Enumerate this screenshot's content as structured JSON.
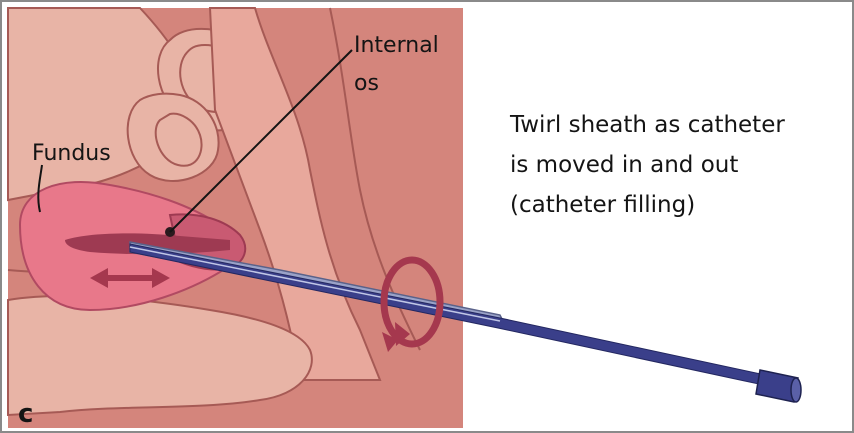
{
  "labels": {
    "internal_os_line1": "Internal",
    "internal_os_line2": "os",
    "fundus": "Fundus",
    "panel_letter": "c"
  },
  "caption": {
    "line1": "Twirl sheath as catheter",
    "line2": "is moved in and out",
    "line3": "(catheter filling)"
  },
  "colors": {
    "background_tissue": "#d4857c",
    "light_tissue": "#e8b4a6",
    "uterus": "#e8788a",
    "uterus_cavity": "#9e3a52",
    "catheter": "#3a3f8a",
    "sheath": "#9aa2c8",
    "arrows": "#a5384e",
    "border": "#8a8a8a"
  }
}
